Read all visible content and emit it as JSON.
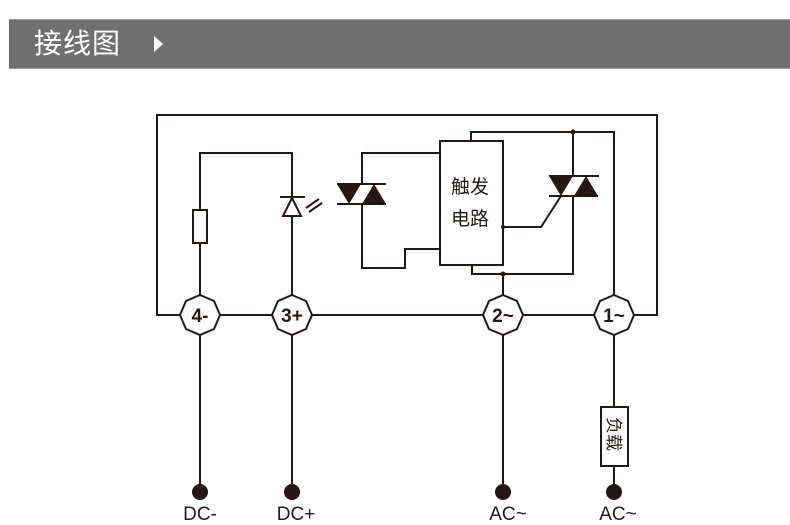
{
  "header": {
    "title": "接线图",
    "arrow_icon": "triangle-right-icon",
    "bar_color": "#717071"
  },
  "diagram": {
    "line_color": "#231815",
    "trigger_circuit": {
      "line1": "触发",
      "line2": "电路"
    },
    "load": {
      "label": "负载"
    },
    "terminals": [
      {
        "id": "4",
        "label": "4-"
      },
      {
        "id": "3",
        "label": "3+"
      },
      {
        "id": "2",
        "label": "2~"
      },
      {
        "id": "1",
        "label": "1~"
      }
    ],
    "pins": [
      {
        "label": "DC-"
      },
      {
        "label": "DC+"
      },
      {
        "label": "AC~"
      },
      {
        "label": "AC~"
      }
    ],
    "components": [
      "resistor",
      "led",
      "opto-triac",
      "trigger-circuit",
      "power-triac",
      "load"
    ]
  }
}
